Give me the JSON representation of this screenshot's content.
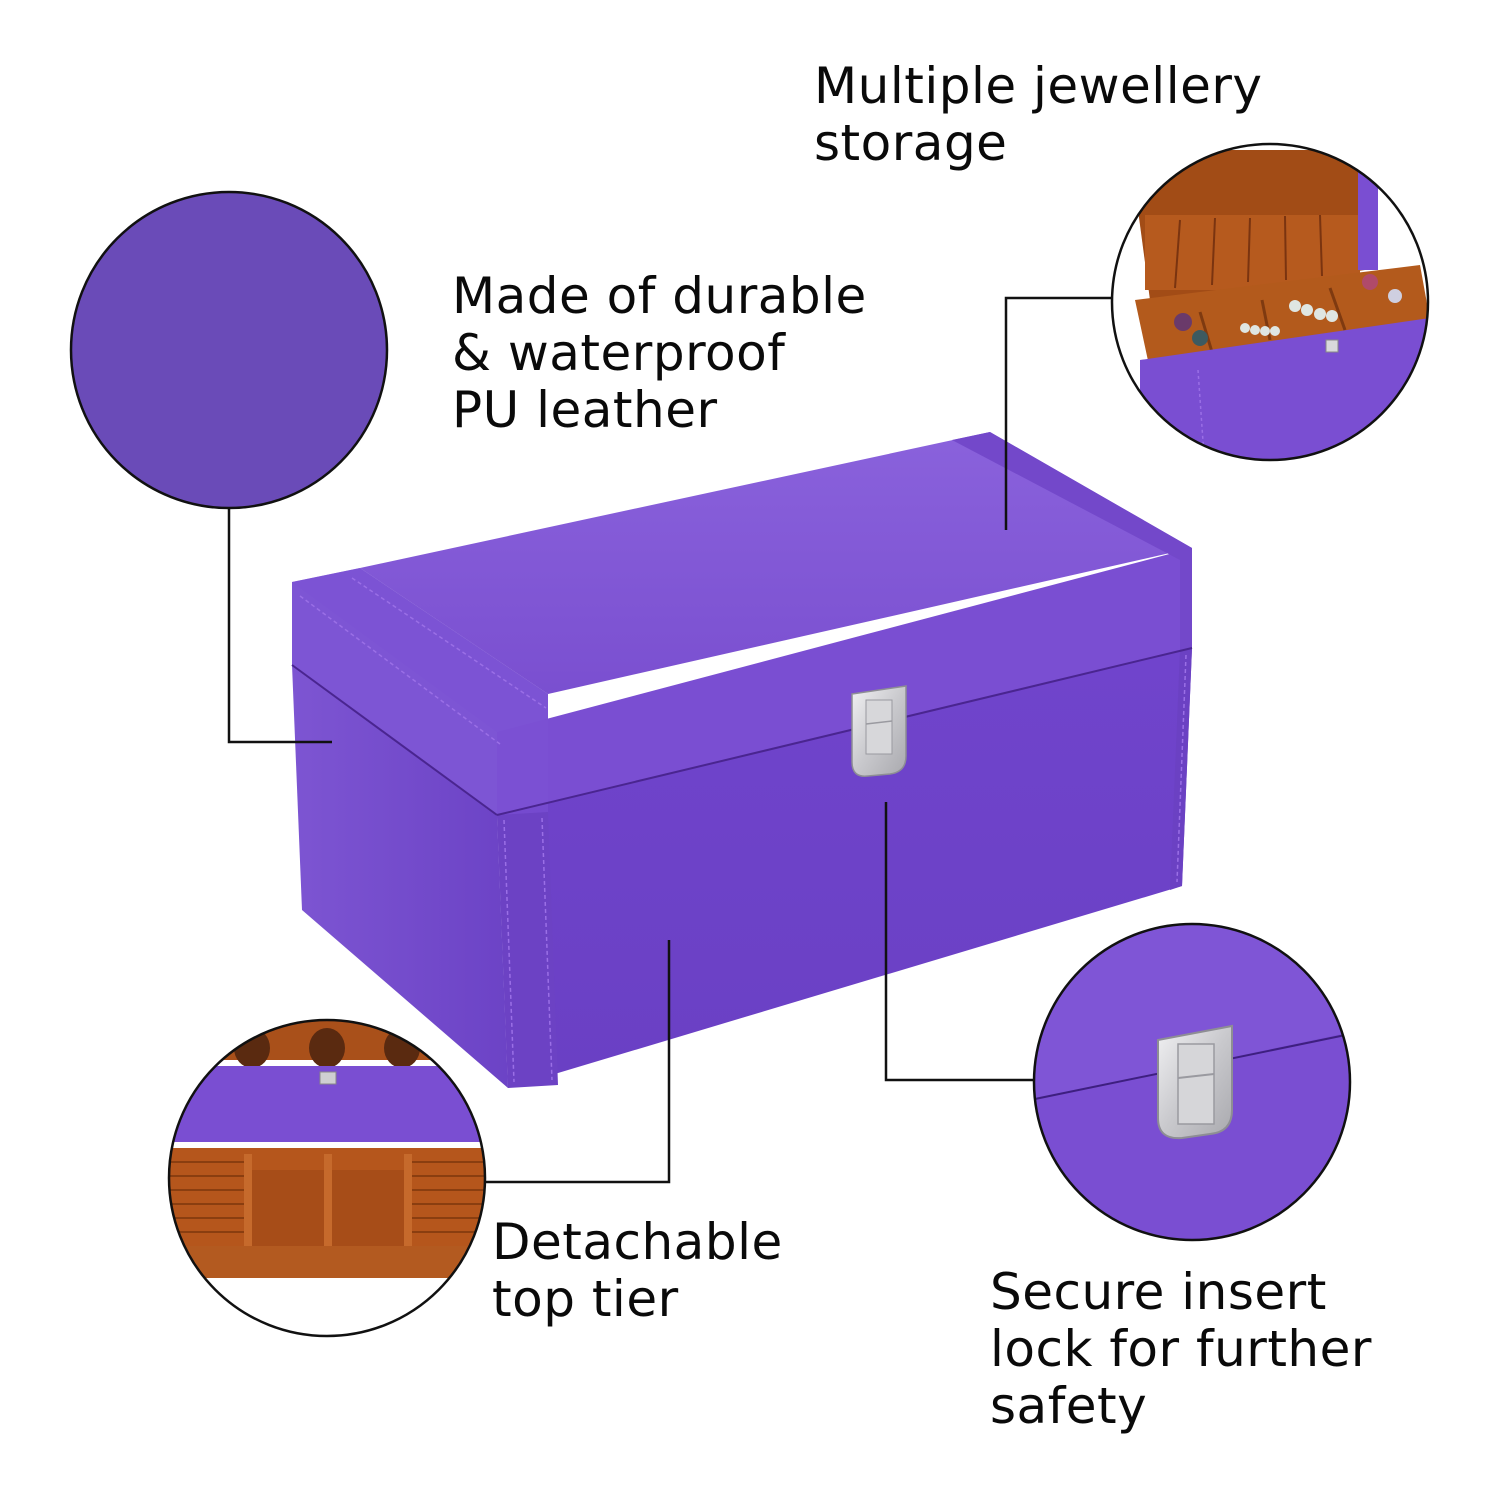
{
  "infographic": {
    "product": "Purple PU leather jewellery box",
    "colors": {
      "background": "#ffffff",
      "leather_purple": "#7a4fd0",
      "leather_purple_dark": "#5f36b5",
      "leather_purple_light": "#8b63dc",
      "velvet_orange": "#b5561c",
      "velvet_orange_dark": "#8a3e10",
      "clasp_silver": "#cfcfd2",
      "line_color": "#111111",
      "text_color": "#0a0a0a"
    },
    "callouts": [
      {
        "id": "storage",
        "lines": [
          "Multiple jewellery",
          "storage"
        ],
        "inset": "open box with rings, bracelets and pocketed lid lining"
      },
      {
        "id": "material",
        "lines": [
          "Made of durable",
          "& waterproof",
          "PU leather"
        ],
        "inset": "purple leather texture swatch"
      },
      {
        "id": "tier",
        "lines": [
          "Detachable",
          "top tier"
        ],
        "inset": "orange velvet tray with ring rolls and two compartments"
      },
      {
        "id": "lock",
        "lines": [
          "Secure insert",
          "lock for further",
          "safety"
        ],
        "inset": "close-up of silver clasp lock"
      }
    ]
  }
}
